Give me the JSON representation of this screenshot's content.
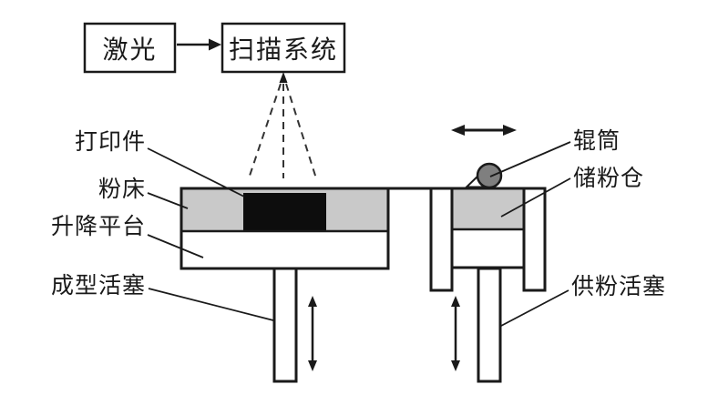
{
  "boxes": {
    "laser": "激光",
    "scanner": "扫描系统"
  },
  "labels": {
    "printed_part": "打印件",
    "powder_bed": "粉床",
    "lift_platform": "升降平台",
    "forming_piston": "成型活塞",
    "roller": "辊筒",
    "powder_reservoir": "储粉仓",
    "supply_piston": "供粉活塞"
  },
  "colors": {
    "line": "#1a1a1a",
    "dash": "#333333",
    "powder": "#c9c9c9",
    "roller": "#7f7f7f",
    "part": "#0d0d0d",
    "background": "#ffffff",
    "white": "#ffffff"
  }
}
